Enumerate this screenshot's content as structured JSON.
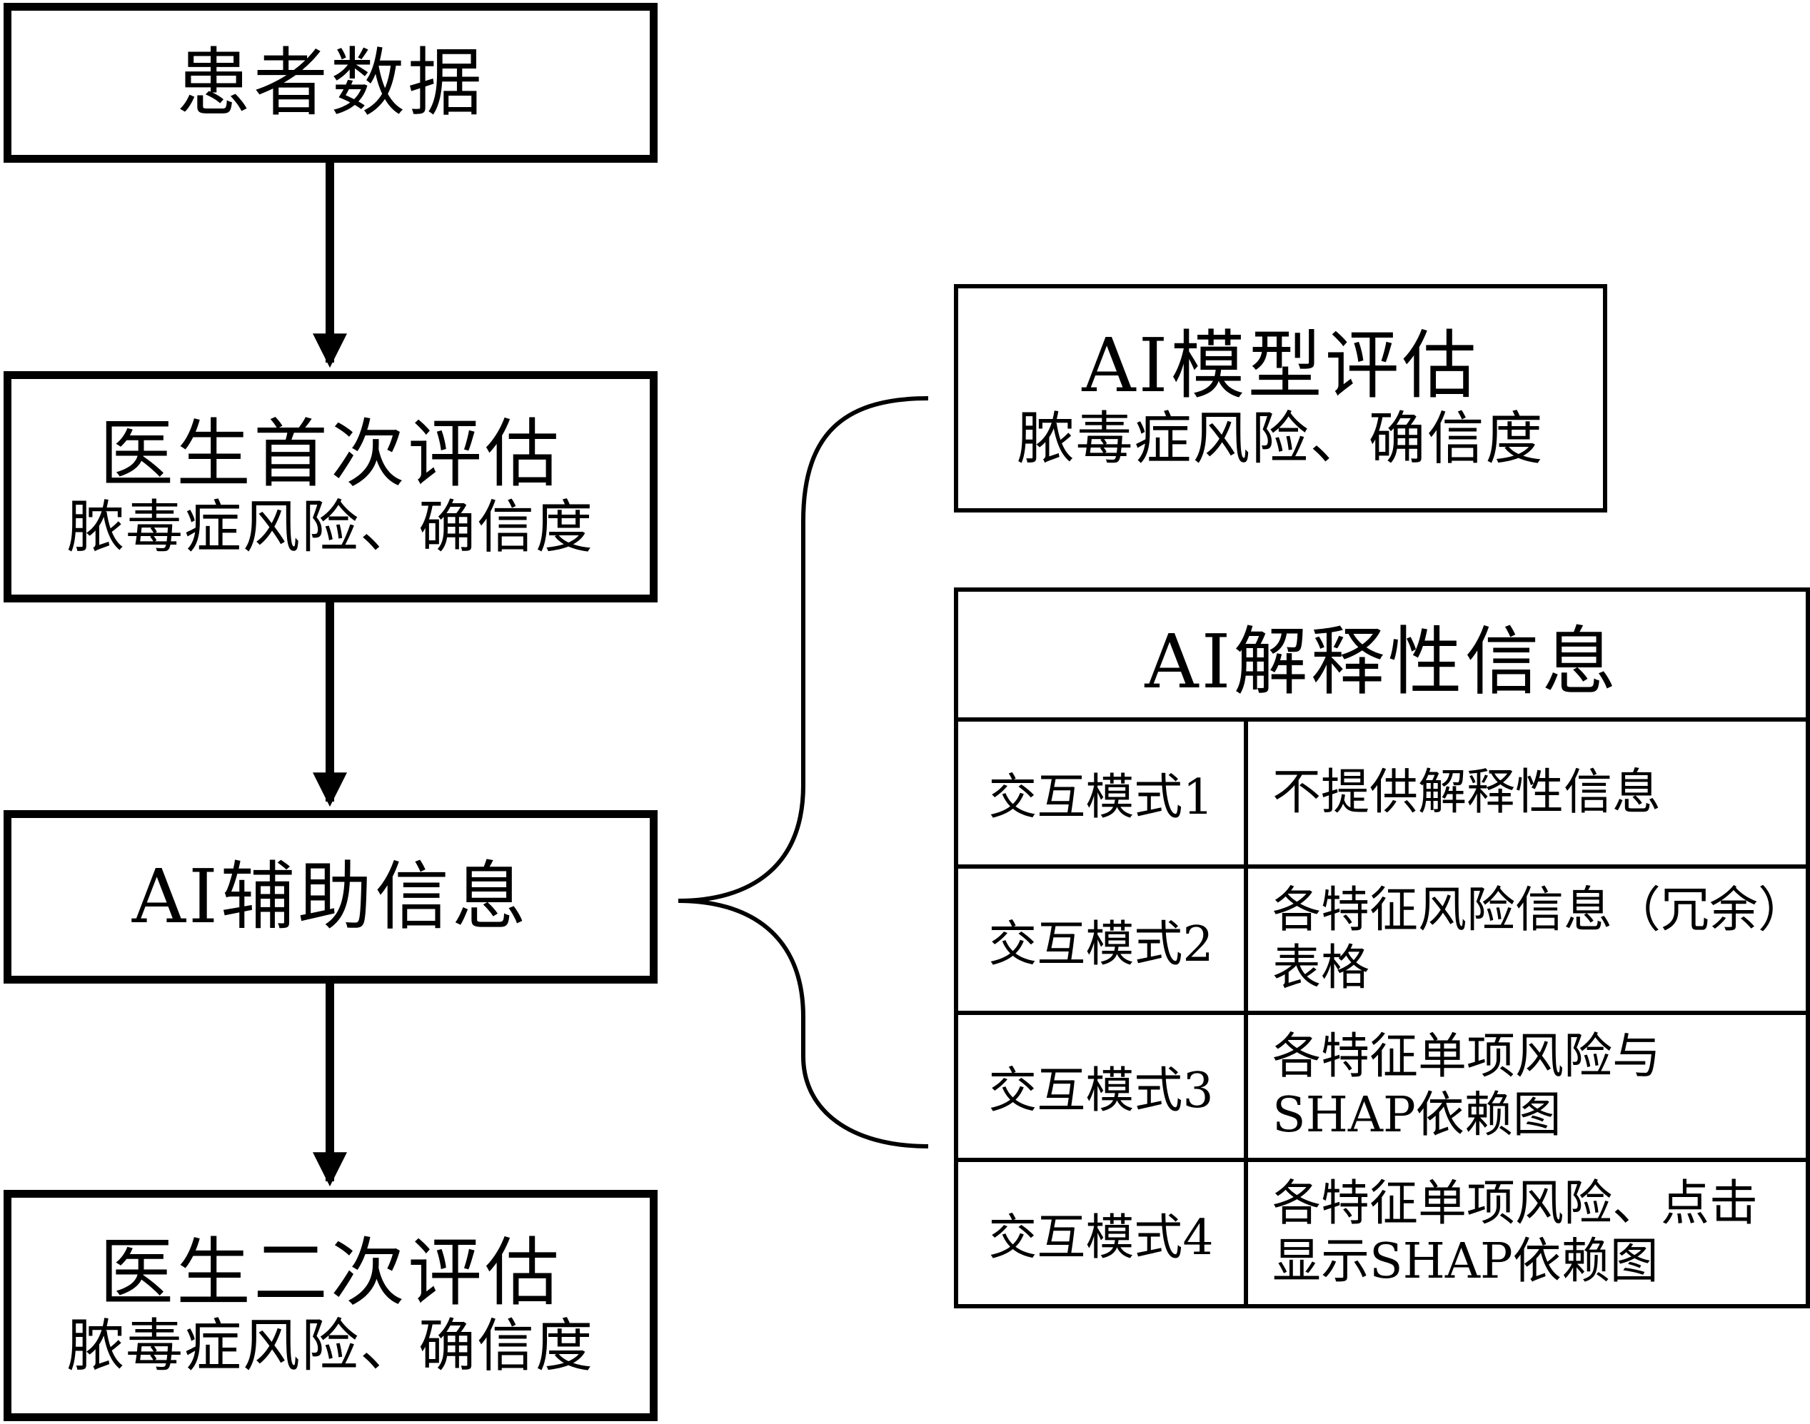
{
  "flow": {
    "patient_data": {
      "title": "患者数据"
    },
    "first_eval": {
      "title": "医生首次评估",
      "subtitle": "脓毒症风险、确信度"
    },
    "ai_assist": {
      "title": "AI辅助信息"
    },
    "second_eval": {
      "title": "医生二次评估",
      "subtitle": "脓毒症风险、确信度"
    }
  },
  "ai_model": {
    "title": "AI模型评估",
    "subtitle": "脓毒症风险、确信度"
  },
  "explain_table": {
    "title": "AI解释性信息",
    "rows": [
      {
        "mode": "交互模式1",
        "desc": "不提供解释性信息"
      },
      {
        "mode": "交互模式2",
        "desc": "各特征风险信息（冗余）表格"
      },
      {
        "mode": "交互模式3",
        "desc": "各特征单项风险与SHAP依赖图"
      },
      {
        "mode": "交互模式4",
        "desc": "各特征单项风险、点击显示SHAP依赖图"
      }
    ]
  }
}
